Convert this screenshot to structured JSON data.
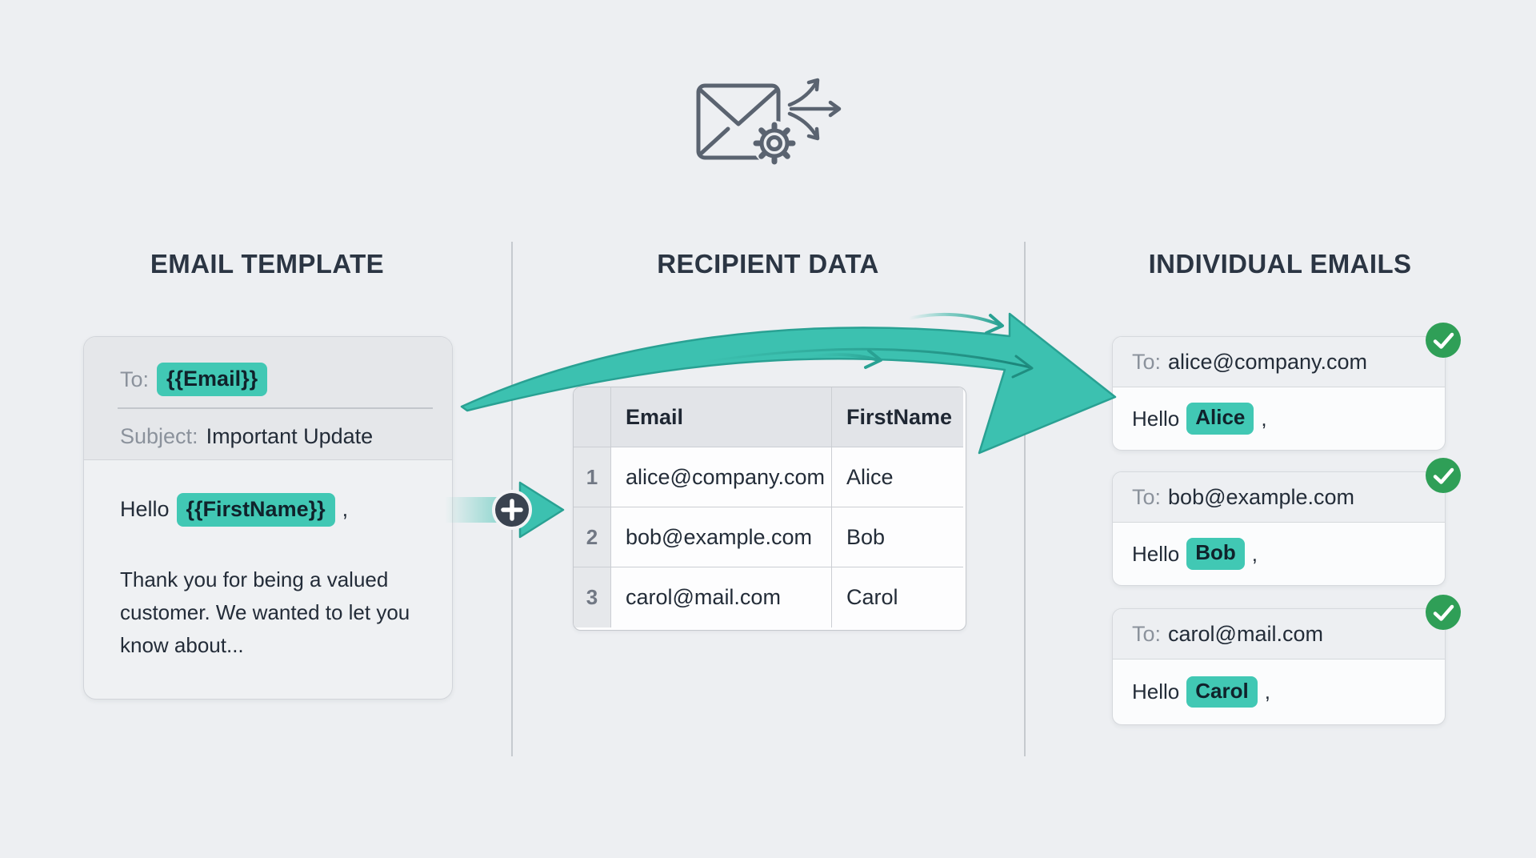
{
  "headings": {
    "template": "EMAIL TEMPLATE",
    "recipients": "RECIPIENT DATA",
    "individual": "INDIVIDUAL EMAILS"
  },
  "template_card": {
    "to_label": "To:",
    "to_variable": "{{Email}}",
    "subject_label": "Subject:",
    "subject_value": "Important Update",
    "greeting_prefix": "Hello",
    "greeting_variable": "{{FirstName}}",
    "greeting_punctuation": ",",
    "body_text": "Thank you for being a valued customer. We wanted to let you know about..."
  },
  "recipient_table": {
    "columns": [
      "Email",
      "FirstName"
    ],
    "rows": [
      {
        "row_number": "1",
        "email": "alice@company.com",
        "first_name": "Alice"
      },
      {
        "row_number": "2",
        "email": "bob@example.com",
        "first_name": "Bob"
      },
      {
        "row_number": "3",
        "email": "carol@mail.com",
        "first_name": "Carol"
      }
    ]
  },
  "individual_emails": [
    {
      "to_label": "To:",
      "to_value": "alice@company.com",
      "greeting_prefix": "Hello",
      "name": "Alice",
      "punctuation": ",",
      "status": "sent-check"
    },
    {
      "to_label": "To:",
      "to_value": "bob@example.com",
      "greeting_prefix": "Hello",
      "name": "Bob",
      "punctuation": ",",
      "status": "sent-check"
    },
    {
      "to_label": "To:",
      "to_value": "carol@mail.com",
      "greeting_prefix": "Hello",
      "name": "Carol",
      "punctuation": ",",
      "status": "sent-check"
    }
  ],
  "icons": {
    "top": [
      "envelope-icon",
      "gear-icon",
      "fan-arrows-icon"
    ],
    "merge": "plus-icon",
    "flow": "swoosh-arrow-icon"
  },
  "colors": {
    "background": "#edeff2",
    "teal": "#3cc1b0",
    "teal_dark": "#29a193",
    "chip": "#41c8b4",
    "green_check": "#2f9f57",
    "ink": "#232c38",
    "label_gray": "#8b929c",
    "icon_gray": "#5a6370"
  }
}
